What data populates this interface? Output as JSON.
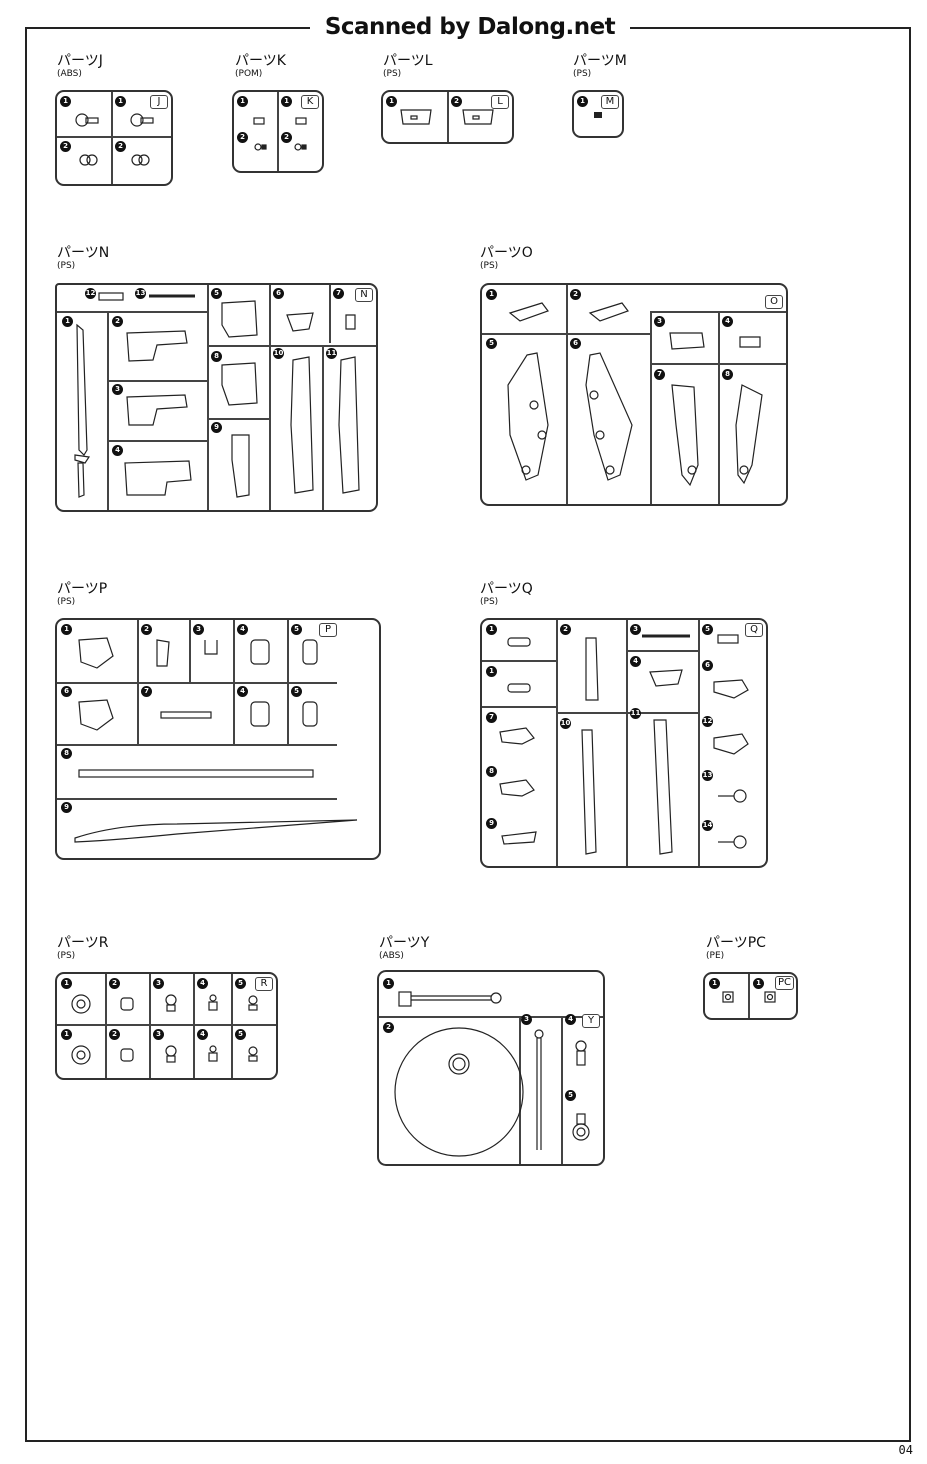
{
  "header": {
    "banner": "Scanned by Dalong.net",
    "page_number": "04"
  },
  "sprues": [
    {
      "id": "J",
      "title": "パーツJ",
      "material": "(ABS)",
      "tag": "J",
      "part_numbers": [
        "1",
        "1",
        "2",
        "2"
      ]
    },
    {
      "id": "K",
      "title": "パーツK",
      "material": "(POM)",
      "tag": "K",
      "part_numbers": [
        "1",
        "1",
        "2",
        "2"
      ]
    },
    {
      "id": "L",
      "title": "パーツL",
      "material": "(PS)",
      "tag": "L",
      "part_numbers": [
        "1",
        "2"
      ]
    },
    {
      "id": "M",
      "title": "パーツM",
      "material": "(PS)",
      "tag": "M",
      "part_numbers": [
        "1"
      ]
    },
    {
      "id": "N",
      "title": "パーツN",
      "material": "(PS)",
      "tag": "N",
      "part_numbers": [
        "12",
        "13",
        "5",
        "6",
        "7",
        "1",
        "2",
        "8",
        "10",
        "11",
        "3",
        "9",
        "4"
      ]
    },
    {
      "id": "O",
      "title": "パーツO",
      "material": "(PS)",
      "tag": "O",
      "part_numbers": [
        "1",
        "2",
        "3",
        "4",
        "5",
        "6",
        "7",
        "8"
      ]
    },
    {
      "id": "P",
      "title": "パーツP",
      "material": "(PS)",
      "tag": "P",
      "part_numbers": [
        "1",
        "2",
        "3",
        "4",
        "5",
        "6",
        "7",
        "4",
        "5",
        "8",
        "9"
      ]
    },
    {
      "id": "Q",
      "title": "パーツQ",
      "material": "(PS)",
      "tag": "Q",
      "part_numbers": [
        "1",
        "2",
        "3",
        "5",
        "4",
        "1",
        "6",
        "7",
        "10",
        "11",
        "12",
        "8",
        "13",
        "9",
        "14"
      ]
    },
    {
      "id": "R",
      "title": "パーツR",
      "material": "(PS)",
      "tag": "R",
      "part_numbers": [
        "1",
        "2",
        "3",
        "4",
        "5",
        "1",
        "2",
        "3",
        "4",
        "5"
      ]
    },
    {
      "id": "Y",
      "title": "パーツY",
      "material": "(ABS)",
      "tag": "Y",
      "part_numbers": [
        "1",
        "2",
        "3",
        "4",
        "5"
      ]
    },
    {
      "id": "PC",
      "title": "パーツPC",
      "material": "(PE)",
      "tag": "PC",
      "part_numbers": [
        "1",
        "1"
      ]
    }
  ]
}
